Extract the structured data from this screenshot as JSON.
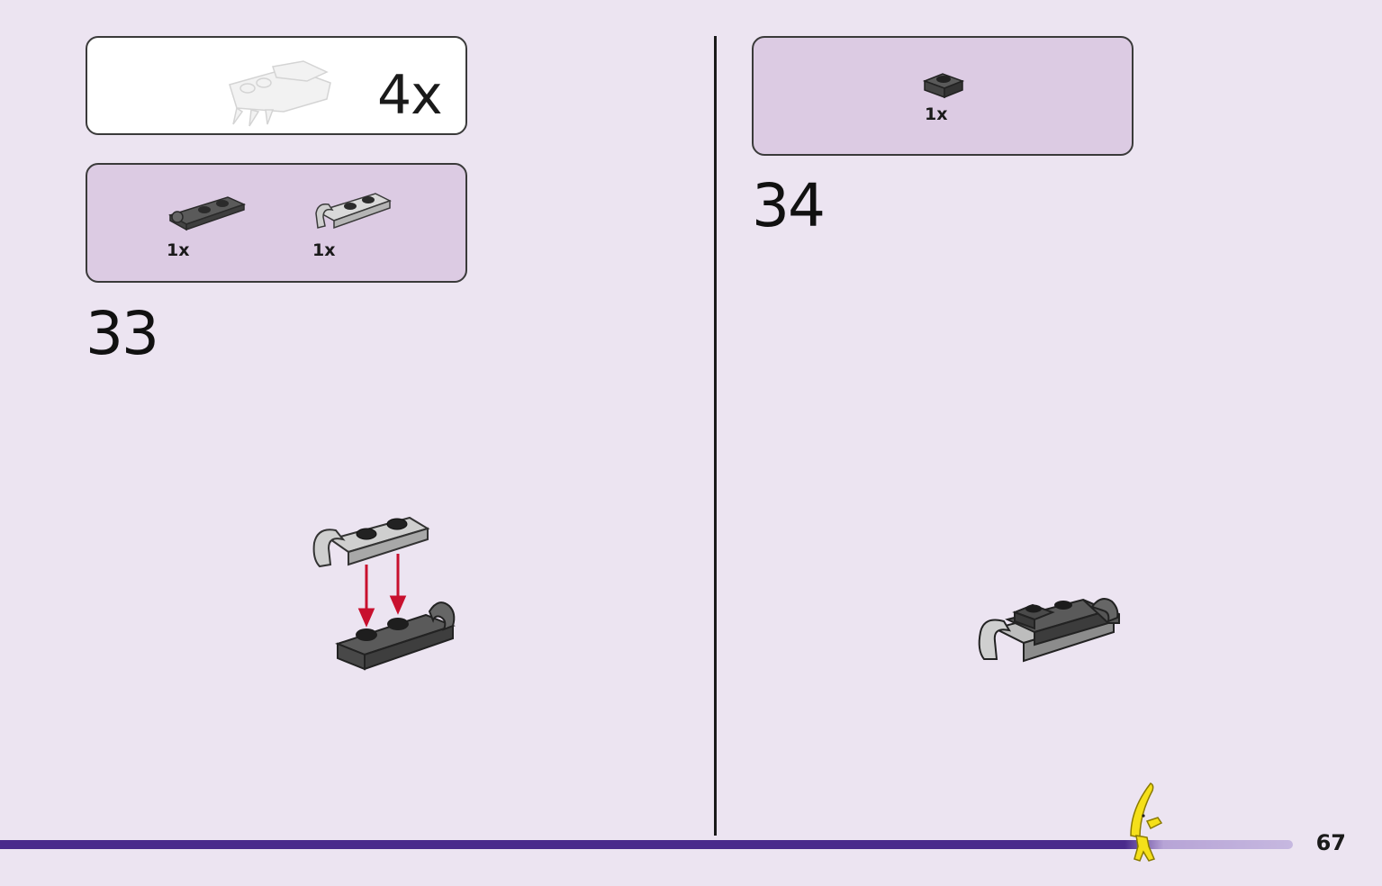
{
  "left_panel": {
    "submodel_box": {
      "count": "4x",
      "icon": "submodel-claw-icon"
    },
    "parts_box": {
      "parts": [
        {
          "qty": "1x",
          "icon": "dark-gray-plate-clip-icon",
          "color": "#5a5a5a"
        },
        {
          "qty": "1x",
          "icon": "light-gray-plate-clip-icon",
          "color": "#c9c9c9"
        }
      ]
    },
    "step": {
      "number": "33"
    }
  },
  "right_panel": {
    "parts_box": {
      "parts": [
        {
          "qty": "1x",
          "icon": "dark-gray-plate-1x1-icon",
          "color": "#5a5a5a"
        }
      ]
    },
    "step": {
      "number": "34"
    }
  },
  "footer": {
    "page_number": "67",
    "progress_color": "#4a2a8c",
    "mascot_icon": "banana-minifigure-icon"
  },
  "colors": {
    "background": "#ece4f1",
    "parts_box": "#dccbe3",
    "arrow": "#c8102e"
  }
}
